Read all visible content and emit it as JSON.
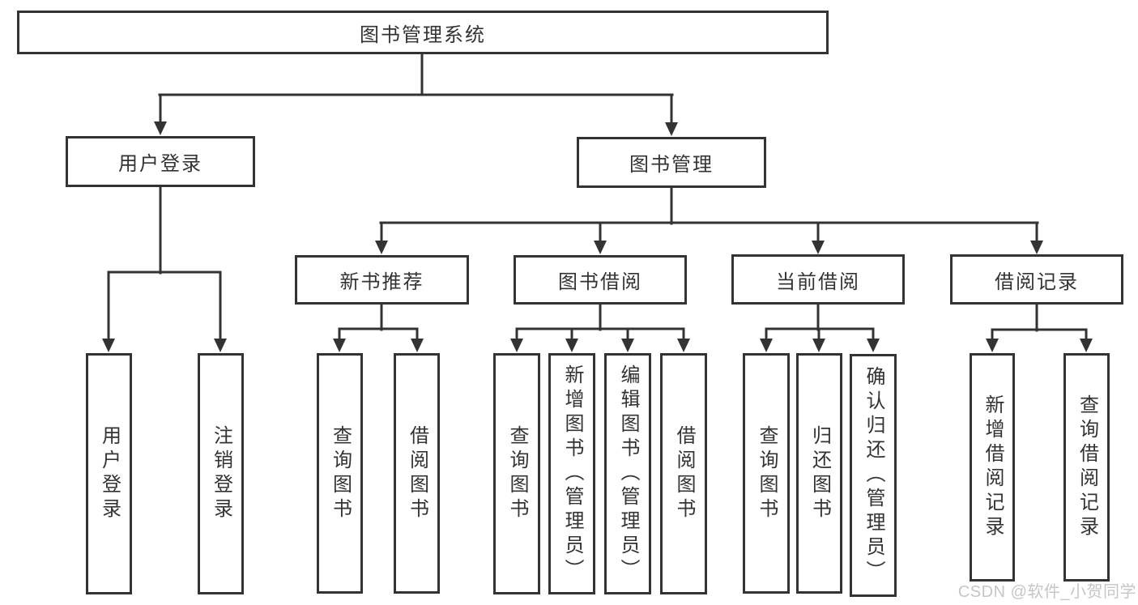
{
  "tree": {
    "root": {
      "label": "图书管理系统",
      "children": [
        {
          "label": "用户登录",
          "children": [
            {
              "label": "用户登录"
            },
            {
              "label": "注销登录"
            }
          ]
        },
        {
          "label": "图书管理",
          "children": [
            {
              "label": "新书推荐",
              "children": [
                {
                  "label": "查询图书"
                },
                {
                  "label": "借阅图书"
                }
              ]
            },
            {
              "label": "图书借阅",
              "children": [
                {
                  "label": "查询图书"
                },
                {
                  "label": "新增图书（管理员）"
                },
                {
                  "label": "编辑图书（管理员）"
                },
                {
                  "label": "借阅图书"
                }
              ]
            },
            {
              "label": "当前借阅",
              "children": [
                {
                  "label": "查询图书"
                },
                {
                  "label": "归还图书"
                },
                {
                  "label": "确认归还（管理员）"
                }
              ]
            },
            {
              "label": "借阅记录",
              "children": [
                {
                  "label": "新增借阅记录"
                },
                {
                  "label": "查询借阅记录"
                }
              ]
            }
          ]
        }
      ]
    }
  },
  "watermark": {
    "text": "CSDN @软件_小贺同学"
  },
  "colors": {
    "line": "#333333",
    "text": "#333333",
    "background": "#ffffff",
    "watermark": "#c6c6c6"
  }
}
